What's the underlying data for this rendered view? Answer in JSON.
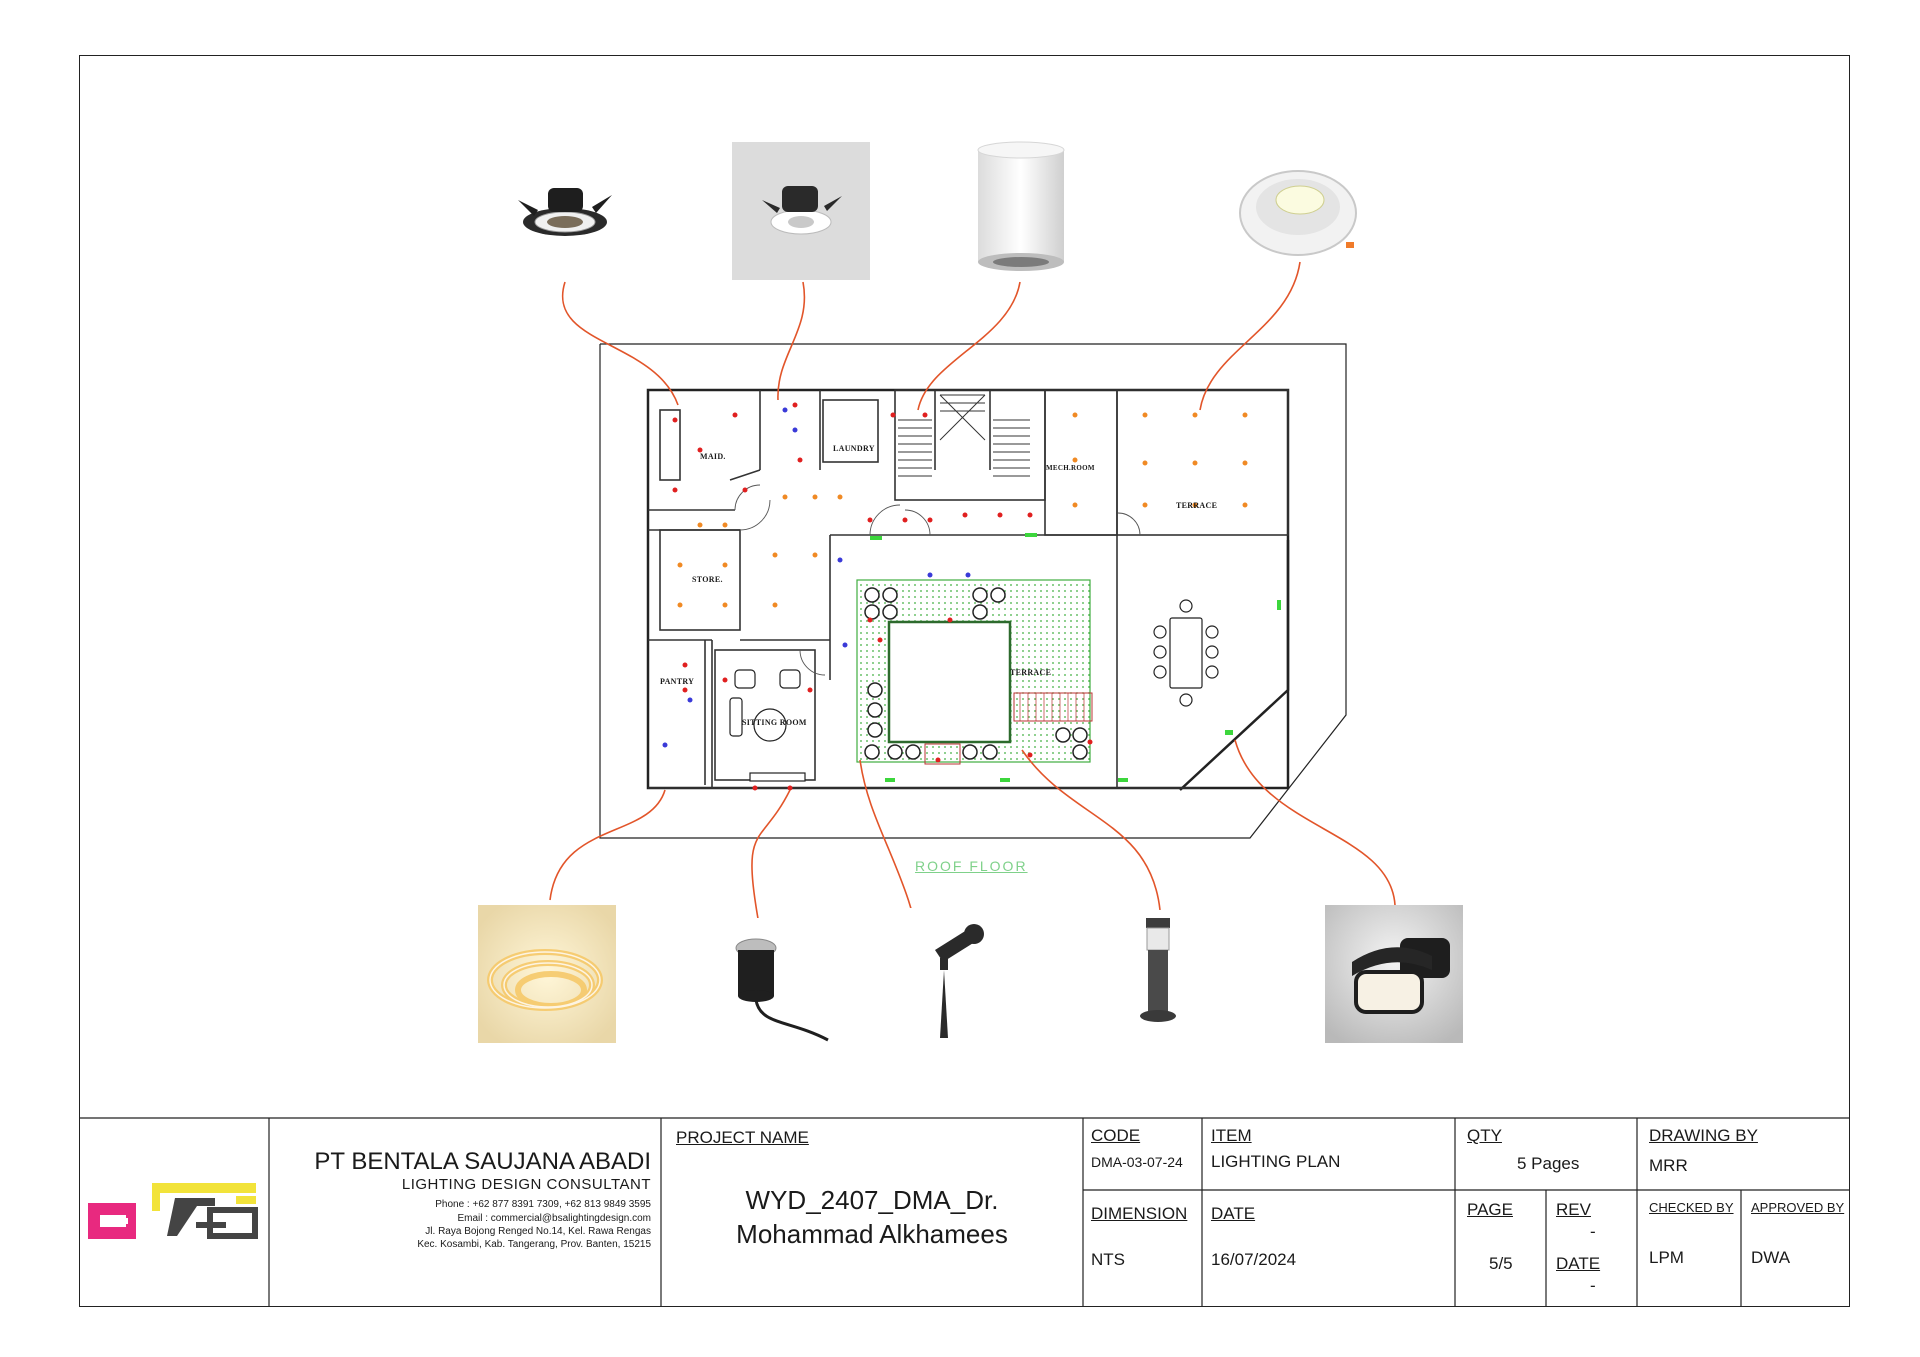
{
  "plan": {
    "floor_label": "ROOF FLOOR",
    "rooms": {
      "maid": "MAID.",
      "laundry": "LAUNDRY",
      "mech_room": "MECH.ROOM",
      "terrace_top": "TERRACE",
      "store": "STORE.",
      "pantry": "PANTRY",
      "sitting_room": "SITTING ROOM",
      "terrace_center": "TERRACE"
    }
  },
  "fixtures": {
    "top": [
      "adjustable-downlight-black-icon",
      "recessed-downlight-white-icon",
      "cylinder-surface-downlight-icon",
      "round-led-downlight-icon"
    ],
    "bottom": [
      "led-strip-icon",
      "inground-uplight-icon",
      "spike-spotlight-icon",
      "bollard-light-icon",
      "wall-light-icon"
    ],
    "leader_color": "#e2552a"
  },
  "title_block": {
    "company_name": "PT BENTALA SAUJANA ABADI",
    "company_subtitle": "LIGHTING DESIGN CONSULTANT",
    "phone": "Phone : +62 877 8391 7309, +62 813 9849 3595",
    "email": "Email : commercial@bsalightingdesign.com",
    "address_1": "Jl. Raya Bojong Renged No.14, Kel. Rawa Rengas",
    "address_2": "Kec. Kosambi, Kab. Tangerang, Prov. Banten, 15215",
    "project_name_label": "PROJECT NAME",
    "project_name_line1": "WYD_2407_DMA_Dr.",
    "project_name_line2": "Mohammad Alkhamees",
    "code_label": "CODE",
    "code_value": "DMA-03-07-24",
    "item_label": "ITEM",
    "item_value": "LIGHTING PLAN",
    "qty_label": "QTY",
    "qty_value": "5 Pages",
    "drawing_by_label": "DRAWING BY",
    "drawing_by_value": "MRR",
    "dimension_label": "DIMENSION",
    "dimension_value": "NTS",
    "date_label": "DATE",
    "date_value": "16/07/2024",
    "page_label": "PAGE",
    "page_value": "5/5",
    "rev_label": "REV",
    "rev_value": "-",
    "rev_date_label": "DATE",
    "rev_date_value": "-",
    "checked_by_label": "CHECKED BY",
    "checked_by_value": "LPM",
    "approved_by_label": "APPROVED BY",
    "approved_by_value": "DWA"
  },
  "colors": {
    "accent_magenta": "#e8297f",
    "accent_yellow": "#f2e33a",
    "accent_green": "#5fb23a",
    "lamp_red": "#e02020",
    "lamp_orange": "#f08a24"
  }
}
